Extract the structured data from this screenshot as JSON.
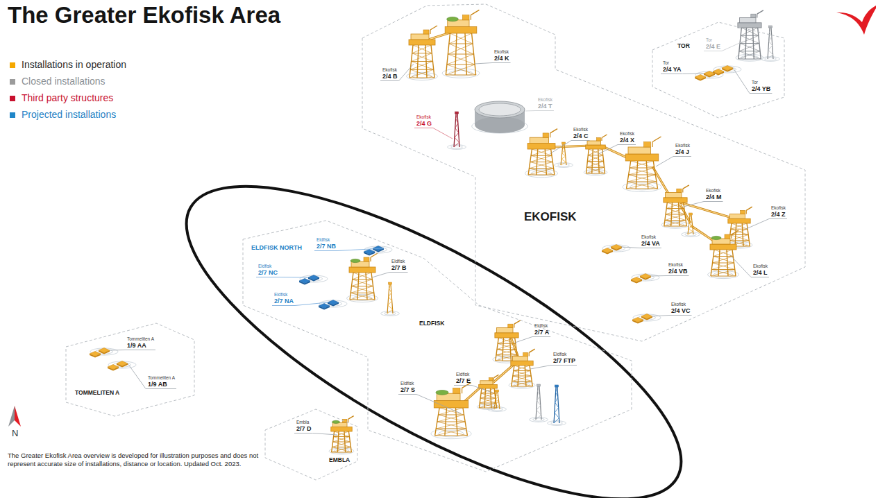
{
  "diagram": {
    "title": "The Greater Ekofisk Area",
    "caption": "The Greater Ekofisk Area overview is developed for illustration purposes and does not represent accurate size of installations, distance or location. Updated Oct. 2023.",
    "nodes": [
      {
        "text": [
          "EKOFISK"
        ]
      },
      {
        "text": [
          "TOR"
        ]
      },
      {
        "text": [
          "ELDFISK"
        ]
      },
      {
        "text": [
          "TOMMELITEN A"
        ]
      },
      {
        "text": [
          "EMBLA"
        ]
      }
    ],
    "labels": [
      "N",
      "Ekofisk",
      "2/4 K",
      "Tor",
      "2/4 E",
      "Tor",
      "2/4 YA",
      "Ekofisk",
      "2/4 B",
      "Tor",
      "2/4 YB",
      "Ekofisk",
      "2/4 T",
      "Ekofisk",
      "2/4 G",
      "Ekofisk",
      "2/4 C",
      "Ekofisk",
      "2/4 X",
      "Ekofisk",
      "2/4 J",
      "Ekofisk",
      "2/4 M",
      "Ekofisk",
      "2/4 Z",
      "Ekofisk",
      "2/4 VA",
      "Eldfisk",
      "2/7 NB",
      "ELDFISK NORTH",
      "Eldfisk",
      "2/7 B",
      "Ekofisk",
      "2/4 VB",
      "Ekofisk",
      "2/4 L",
      "Eldfisk",
      "2/7 NC",
      "Eldfisk",
      "2/7 NA",
      "Ekofisk",
      "2/4 VC",
      "Eldfisk",
      "2/7 A",
      "Tommeliten A",
      "1/9 AA",
      "Eldfisk",
      "2/7 FTP",
      "Eldfisk",
      "2/7 E",
      "Tommeliten A",
      "1/9 AB",
      "Eldfisk",
      "2/7 S",
      "Embla",
      "2/7 D"
    ],
    "legend": [
      {
        "text": "Installations in operation",
        "color": "#f5a800"
      },
      {
        "text": "Closed installations",
        "color": "#9b9b9b"
      },
      {
        "text": "Third party structures",
        "color": "#c8102e"
      },
      {
        "text": "Projected installations",
        "color": "#1f86c8"
      }
    ]
  }
}
